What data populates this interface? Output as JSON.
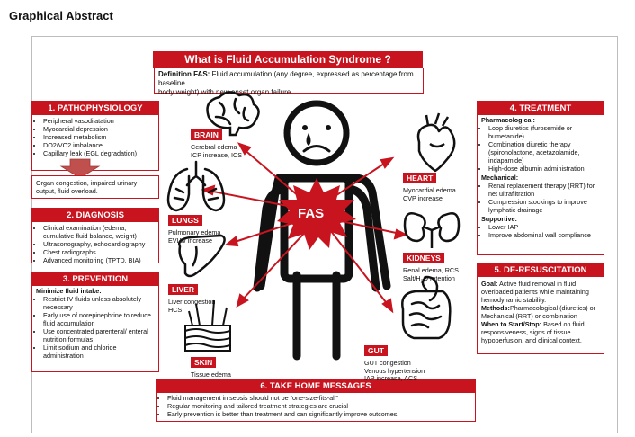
{
  "page_title": "Graphical Abstract",
  "main": {
    "title": "What is Fluid Accumulation Syndrome ?",
    "definition_label": "Definition FAS:",
    "definition_line1": " Fluid accumulation (any degree, expressed as percentage from baseline",
    "definition_line2": "body weight) with new onset organ failure"
  },
  "center": {
    "label": "FAS"
  },
  "pathophysiology": {
    "title": "1. PATHOPHYSIOLOGY",
    "items": [
      "Peripheral vasodilatation",
      "Myocardial depression",
      "Increased metabolism",
      "DO2/VO2 imbalance",
      "Capillary leak (EGL degradation)"
    ],
    "result_line1": "Organ congestion, impaired urinary",
    "result_line2": "output, fluid overload."
  },
  "diagnosis": {
    "title": "2. DIAGNOSIS",
    "items": [
      "Clinical examination (edema, cumulative fluid balance, weight)",
      "Ultrasonography, echocardiography",
      "Chest radiographs",
      "Advanced monitoring (TPTD, BIA)"
    ]
  },
  "prevention": {
    "title": "3. PREVENTION",
    "subtitle": "Minimize fluid intake:",
    "items": [
      "Restrict IV fluids unless absolutely necessary",
      "Early use of norepinephrine to reduce fluid accumulation",
      "Use concentrated parenteral/ enteral nutrition formulas",
      "Limit sodium and chloride administration"
    ]
  },
  "treatment": {
    "title": "4. TREATMENT",
    "pharm_label": "Pharmacological",
    "pharm_colon": ":",
    "pharm_items": [
      "Loop diuretics (furosemide or bumetanide)",
      "Combination diuretic therapy (spironolactone, acetazolamide, indapamide)",
      "High-dose albumin administration"
    ],
    "mech_label": "Mechanical",
    "mech_colon": ":",
    "mech_items": [
      "Renal replacement therapy (RRT) for net ultrafiltration",
      "Compression stockings to improve lymphatic drainage"
    ],
    "supp_label": "Supportive",
    "supp_colon": ":",
    "supp_items": [
      "Lower IAP",
      "Improve abdominal wall compliance"
    ]
  },
  "deresus": {
    "title": "5. DE-RESUSCITATION",
    "goal_label": "Goal:",
    "goal_text": " Active fluid removal in fluid overloaded patients while maintaining hemodynamic stability.",
    "methods_label": "Methods:",
    "methods_text": "Pharmacological (diuretics) or Mechanical (RRT) or combination",
    "when_label": "When to Start/Stop:",
    "when_text": " Based on fluid responsiveness, signs of tissue hypoperfusion, and clinical context."
  },
  "takehome": {
    "title": "6. TAKE HOME MESSAGES",
    "items": [
      "Fluid management in sepsis should not be “one-size-fits-all”",
      "Regular monitoring and tailored treatment strategies are crucial",
      "Early prevention is better than treatment and can significantly improve outcomes."
    ]
  },
  "organs": {
    "brain": {
      "label": "BRAIN",
      "desc1": "Cerebral edema",
      "desc2": "ICP increase, ICS"
    },
    "lungs": {
      "label": "LUNGS",
      "desc1": "Pulmonary edema",
      "desc2": "EVLW increase"
    },
    "liver": {
      "label": "LIVER",
      "desc1": "Liver congestion",
      "desc2": "HCS"
    },
    "skin": {
      "label": "SKIN",
      "desc1": "Tissue edema"
    },
    "heart": {
      "label": "HEART",
      "desc1": "Myocardial edema",
      "desc2": "CVP increase"
    },
    "kidneys": {
      "label": "KIDNEYS",
      "desc1": "Renal edema, RCS",
      "desc2_pre": "Salt/H",
      "desc2_sub": "2",
      "desc2_post": "O retention"
    },
    "gut": {
      "label": "GUT",
      "desc1": "GUT congestion",
      "desc2": "Venous hypertension",
      "desc3": "IAP increase, ACS"
    }
  },
  "colors": {
    "accent": "#c8141e",
    "arrow_fill": "#c0504d"
  }
}
